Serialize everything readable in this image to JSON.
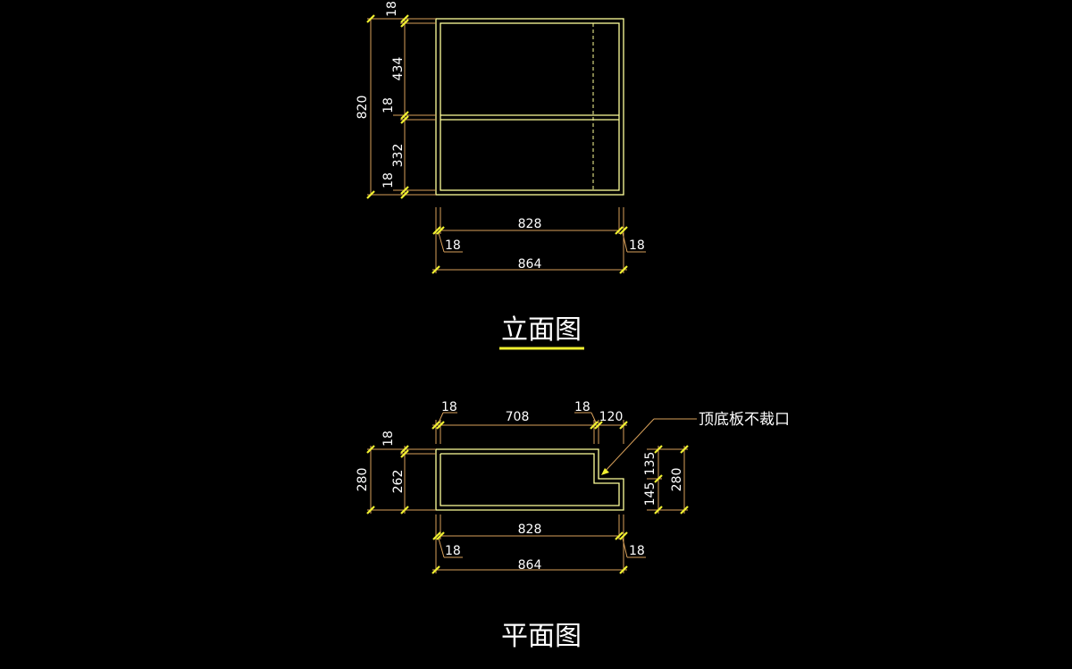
{
  "colors": {
    "background": "#000000",
    "geometry": "#ffff99",
    "dimension": "#d8a05a",
    "tick": "#f0f030",
    "text": "#ffffff"
  },
  "elevation": {
    "title": "立面图",
    "heights": {
      "top_panel": "18",
      "upper_space": "434",
      "shelf": "18",
      "lower_space": "332",
      "bottom_panel": "18",
      "overall": "820"
    },
    "widths": {
      "inner": "828",
      "left_side": "18",
      "right_side": "18",
      "overall": "864"
    }
  },
  "plan": {
    "title": "平面图",
    "top_dims": {
      "left_panel": "18",
      "inner": "708",
      "right_panel": "18",
      "notch": "120"
    },
    "left_dims": {
      "back_panel": "18",
      "inner_depth": "262",
      "overall_depth": "280"
    },
    "right_dims": {
      "upper": "135",
      "lower": "145",
      "overall": "280"
    },
    "bottom_dims": {
      "inner": "828",
      "left_side": "18",
      "right_side": "18",
      "overall": "864"
    },
    "annotation": "顶底板不裁口"
  }
}
